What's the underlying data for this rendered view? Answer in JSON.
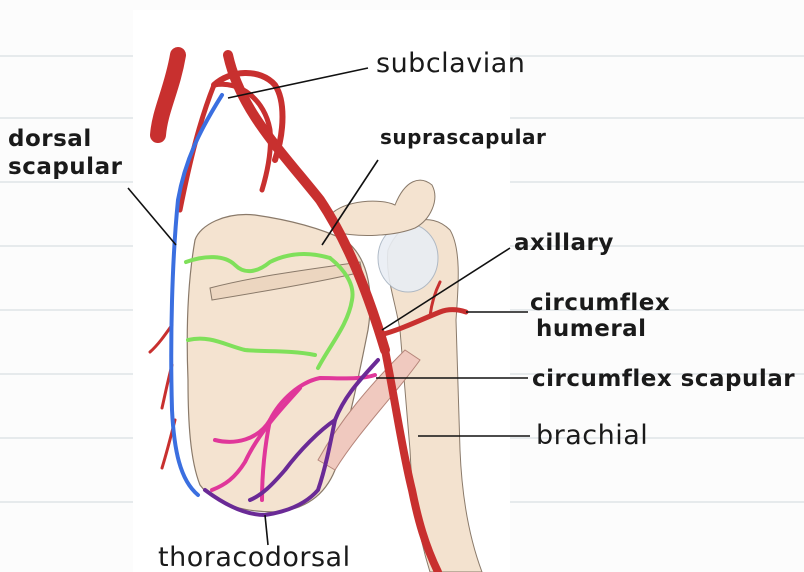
{
  "labels": {
    "subclavian": "subclavian",
    "dorsal_line1": "dorsal",
    "dorsal_line2": "scapular",
    "suprascapular": "suprascapular",
    "axillary": "axillary",
    "circumflex_humeral_line1": "circumflex",
    "circumflex_humeral_line2": "humeral",
    "circumflex_scapular": "circumflex scapular",
    "brachial": "brachial",
    "thoracodorsal": "thoracodorsal"
  },
  "colors": {
    "paper": "#fcfcfc",
    "ruled_line": "#dfe3e7",
    "panel": "#ffffff",
    "bone": "#f4e3d0",
    "bone_shade": "#e6cfb8",
    "artery": "#c8302f",
    "artery_dark": "#9e1f1f",
    "dorsal_scapular_vessel": "#3b6fe0",
    "suprascapular_vessel": "#7fe05a",
    "circumflex_scapular_vessel": "#e0379a",
    "thoracodorsal_vessel": "#6a2a96",
    "leader_line": "#111111"
  }
}
